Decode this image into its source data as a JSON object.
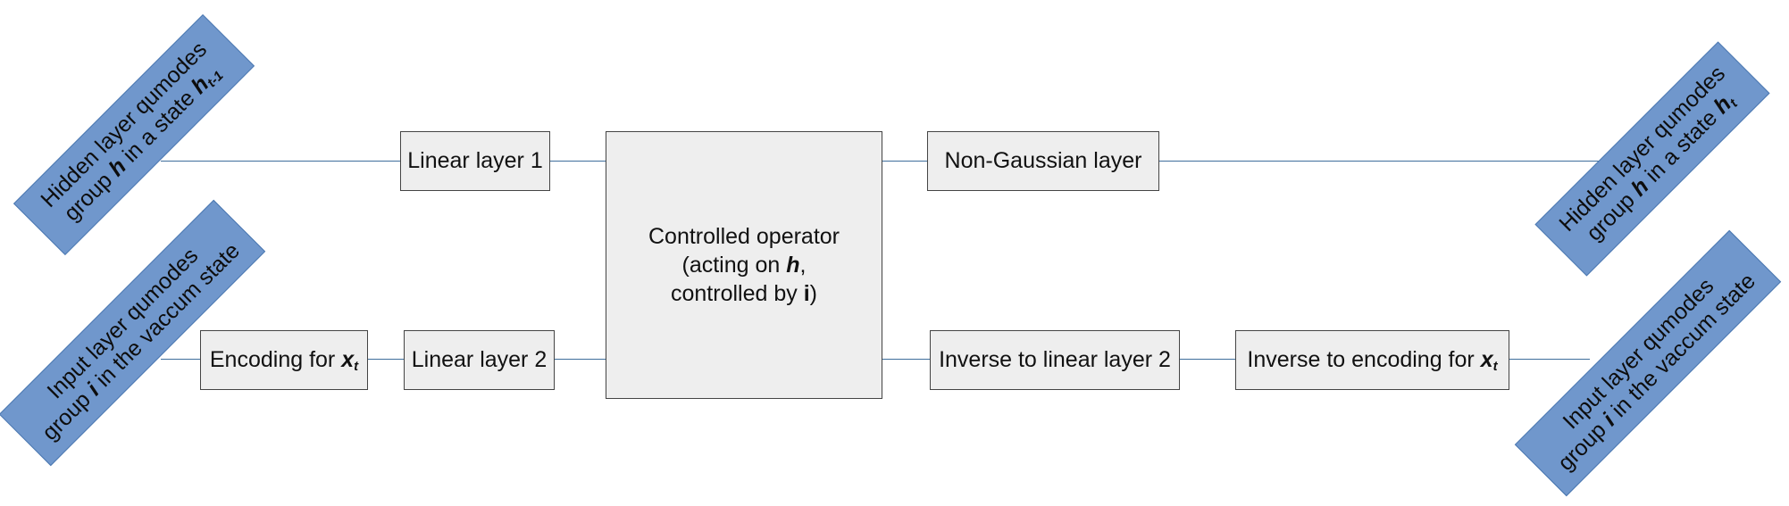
{
  "colors": {
    "wire": "#3e6e9c",
    "box_fill": "#eeeeee",
    "box_border": "#444444",
    "banner_fill": "#7097cc",
    "banner_border": "#4a77b0"
  },
  "left": {
    "hidden": {
      "line1": "Hidden layer qumodes",
      "line2_pre": "group ",
      "var": "h",
      "line2_mid": " in a state ",
      "state": "h",
      "state_sub": "t-1"
    },
    "input": {
      "line1": "Input layer qumodes",
      "line2_pre": "group ",
      "var": "i",
      "line2_post": " in the vaccum state"
    }
  },
  "right": {
    "hidden": {
      "line1": "Hidden layer qumodes",
      "line2_pre": "group ",
      "var": "h",
      "line2_mid": " in a state ",
      "state": "h",
      "state_sub": "t"
    },
    "input": {
      "line1": "Input layer qumodes",
      "line2_pre": "group ",
      "var": "i",
      "line2_post": " in the vaccum state"
    }
  },
  "boxes": {
    "linear1": "Linear layer 1",
    "linear2": "Linear layer 2",
    "encoding": {
      "pre": "Encoding for ",
      "var": "x",
      "sub": "t"
    },
    "controlled": {
      "line1": "Controlled operator",
      "line2_pre": "(acting on ",
      "line2_var": "h",
      "line2_post": ",",
      "line3_pre": "controlled by ",
      "line3_var": "i",
      "line3_post": ")"
    },
    "non_gaussian": "Non-Gaussian layer",
    "inverse_linear2": "Inverse to linear layer 2",
    "inverse_encoding": {
      "pre": "Inverse to encoding for ",
      "var": "x",
      "sub": "t"
    }
  }
}
